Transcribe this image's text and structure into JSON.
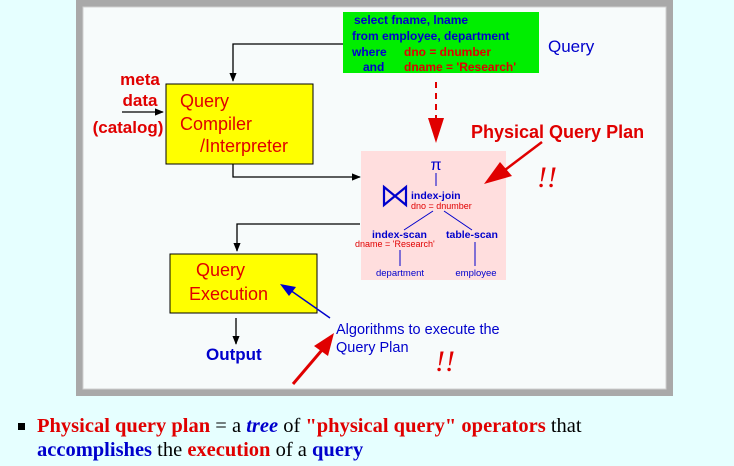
{
  "query_box": {
    "line1": "select fname, lname",
    "line2": "from employee, department",
    "where_kw": "where",
    "where_cond": "dno = dnumber",
    "and_kw": "and",
    "and_cond": "dname = 'Research'"
  },
  "query_label": "Query",
  "meta_label": [
    "meta",
    "data",
    "(catalog)"
  ],
  "compiler_box": [
    "Query",
    "Compiler",
    "/Interpreter"
  ],
  "plan_label": "Physical Query Plan",
  "exclaim": "!!",
  "plan_tree": {
    "root": "π",
    "join_op": "index-join",
    "join_cond": "dno = dnumber",
    "left_op": "index-scan",
    "left_cond": "dname = 'Research'",
    "right_op": "table-scan",
    "left_leaf": "department",
    "right_leaf": "employee"
  },
  "execution_box": [
    "Query",
    "Execution"
  ],
  "output_label": "Output",
  "algorithms_label": [
    "Algorithms to execute the",
    "Query Plan"
  ],
  "caption": {
    "t1": "Physical query plan",
    "t2": " = a ",
    "t3": "tree",
    "t4": " of ",
    "t5": "\"physical query\" operators",
    "t6": " that",
    "t7": "accomplishes",
    "t8": " the ",
    "t9": "execution",
    "t10": " of a ",
    "t11": "query"
  },
  "colors": {
    "frame": "#a9a9a9",
    "panel": "#f7fbfb",
    "query_box": "#00ee00",
    "yellow_box": "#ffff00",
    "plan_box": "#ffdede",
    "red": "#e00000",
    "blue": "#0000cc"
  }
}
